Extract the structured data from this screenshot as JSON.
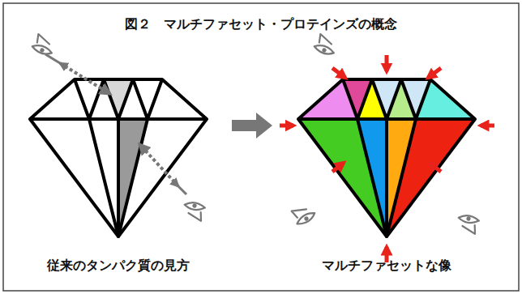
{
  "diagram": {
    "title": "図２　マルチファセット・プロテインズの概念",
    "labels": [
      "従来のタンパク質の見方",
      "マルチファセットな像"
    ]
  }
}
